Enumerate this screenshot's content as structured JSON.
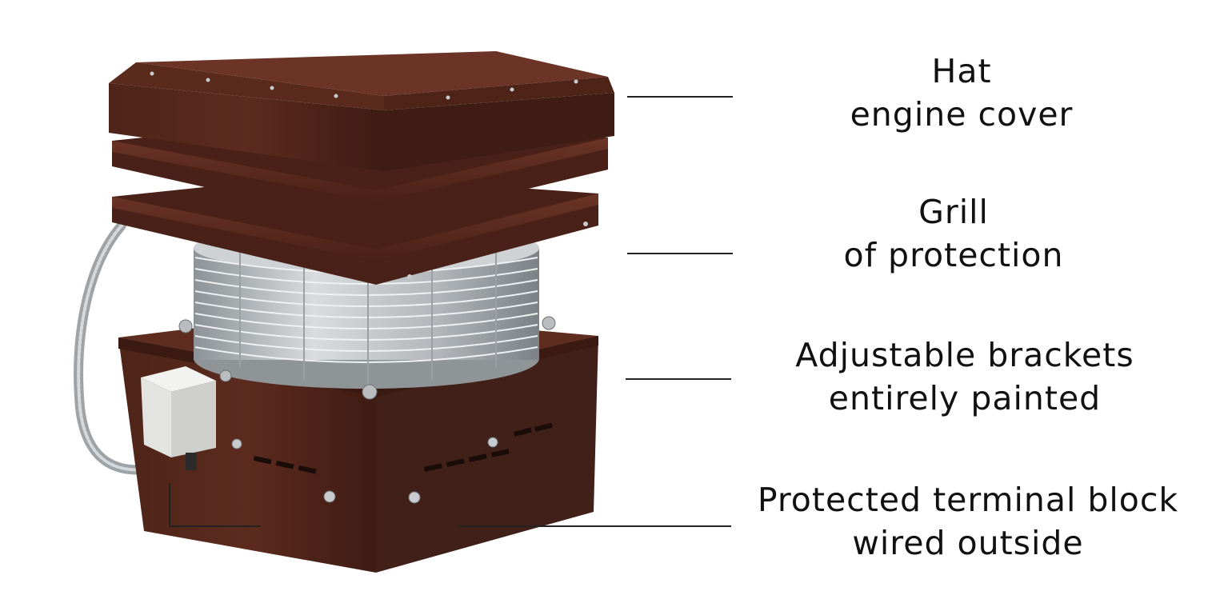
{
  "labels": [
    {
      "line1": "Hat",
      "line2": "engine cover"
    },
    {
      "line1": "Grill",
      "line2": "of protection"
    },
    {
      "line1": "Adjustable brackets",
      "line2": "entirely painted"
    },
    {
      "line1": "Protected terminal block",
      "line2": "wired outside"
    }
  ],
  "colors": {
    "body_brown": "#4a2118",
    "body_highlight": "#6b3426",
    "metal": "#bfc3c6",
    "leader": "#222222",
    "text": "#111111"
  }
}
